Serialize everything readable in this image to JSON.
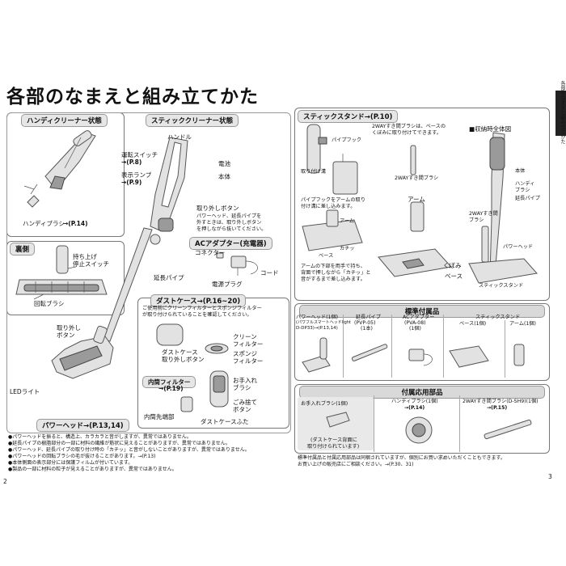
{
  "page_title": "各部のなまえと組み立てかた",
  "side_tab": "各部のなまえと組み立てかた",
  "page_numbers": {
    "left": "2",
    "right": "3"
  },
  "handy": {
    "header": "ハンディクリーナー状態",
    "brush": "ハンディブラシ",
    "brush_ref": "→(P.14)"
  },
  "stick": {
    "header": "スティッククリーナー状態",
    "handle": "ハンドル",
    "switch": "運転スイッチ",
    "switch_ref": "→(P.8)",
    "lamp": "表示ランプ",
    "lamp_ref": "→(P.9)",
    "battery": "電池",
    "body": "本体",
    "release": "取り外しボタン",
    "release_note": [
      "パワーヘッド、延長パイプを",
      "外すときは、取り外しボタン",
      "を押しながら抜いてください。"
    ],
    "pipe": "延長パイプ"
  },
  "ac": {
    "header": "ACアダプター(充電器)",
    "connector": "コネクター",
    "cord": "コード",
    "plug": "電源プラグ"
  },
  "back": {
    "header": "裏側",
    "lift_switch": [
      "持ち上げ",
      "停止スイッチ"
    ],
    "brush": "回転ブラシ"
  },
  "head": {
    "release": [
      "取り外し",
      "ボタン"
    ],
    "led": "LEDライト",
    "header": "パワーヘッド",
    "ref": "→(P.13,14)"
  },
  "dust": {
    "header": "ダストケース",
    "ref": "→(P.16~20)",
    "note": [
      "ご使用前にクリーンフィルターとスポンジフィルター",
      "が取り付けられていることを確認してください。"
    ],
    "release": [
      "ダストケース",
      "取り外しボタン"
    ],
    "clean_filter": [
      "クリーン",
      "フィルター"
    ],
    "sponge_filter": [
      "スポンジ",
      "フィルター"
    ],
    "inner_header": "内筒フィルター",
    "inner_ref": "→(P.19)",
    "care_brush": [
      "お手入れ",
      "ブラシ"
    ],
    "valve": [
      "ごみ捨て",
      "ボタン"
    ],
    "inner_tip": "内筒先端部",
    "lid": "ダストケースふた"
  },
  "notes": [
    "●パワーヘッドを振ると、構造上、カラカラと音がしますが、異常ではありません。",
    "●延長パイプの樹脂部分の一部に材料の繊維が筋状に見えることがありますが、異常ではありません。",
    "●パワーヘッド、延長パイプの取り付け時の「カチッ」と音がしないことがありますが、異常ではありません。",
    "●パワーヘッドの回転ブラシの毛が抜けることがあります。→(P.13)",
    "●本体側面の表示部分には保護フィルムが付いています。",
    "●製品の一部に材料の粒子が見えることがありますが、異常ではありません。"
  ],
  "stand": {
    "header": "スティックスタンド",
    "ref": "→(P.10)",
    "pipe_hook": "パイプフック",
    "two_way_note": [
      "2WAYすき間ブラシは、ベースの",
      "くぼみに取り付けてできます。"
    ],
    "two_way_brush": "2WAYすき間ブラシ",
    "groove": "取り付け溝",
    "hook_note": [
      "パイプフックをアームの取り",
      "付け溝に差し込みます。"
    ],
    "arm": "アーム",
    "base": "ベース",
    "arm2": "アーム",
    "click": "カチッ",
    "base2": "ベース",
    "arm_note": [
      "アームの下部を両手で持ち、",
      "背面で押しながら「カチッ」と",
      "音がするまで差し込みます。"
    ],
    "kubomi": "くぼみ",
    "base3": "ベース",
    "storage_header": "■収納時全体図",
    "body": "本体",
    "handy_brush": [
      "ハンディ",
      "ブラシ"
    ],
    "ext_pipe": "延長パイプ",
    "two_way_label": [
      "2WAYすき間",
      "ブラシ"
    ],
    "power_head": "パワーヘッド",
    "stick_stand": "スティックスタンド"
  },
  "accessories": {
    "header": "標準付属品",
    "items": [
      {
        "name": "パワーヘッド(1個)",
        "model": "(パワフルスマートヘッドlight",
        "model2": "D-DP33)→(P.13,14)"
      },
      {
        "name": "延長パイプ",
        "model": "(PVP-05)",
        "model2": "(1本)"
      },
      {
        "name": "ACアダプター",
        "model": "(PVA-08)",
        "model2": "(1個)"
      }
    ],
    "stand_label": "スティックスタンド",
    "stand_base": "ベース(1個)",
    "stand_arm": "アーム(1個)"
  },
  "applied": {
    "header": "付属応用部品",
    "care_brush": "お手入れブラシ(1個)",
    "care_note": [
      "(ダストケース背面に",
      "取り付けられています)"
    ],
    "handy_brush": "ハンディブラシ(1個)",
    "handy_ref": "→(P.14)",
    "two_way": "2WAYすき間ブラシ(D-SH9)(1個)",
    "two_way_ref": "→(P.15)",
    "footer": [
      "標準付属品と付属応用部品は同梱されていますが、個別にお買い求めいただくこともできます。",
      "お買い上げの販売店にご相談ください。→(P.30、31)"
    ]
  }
}
